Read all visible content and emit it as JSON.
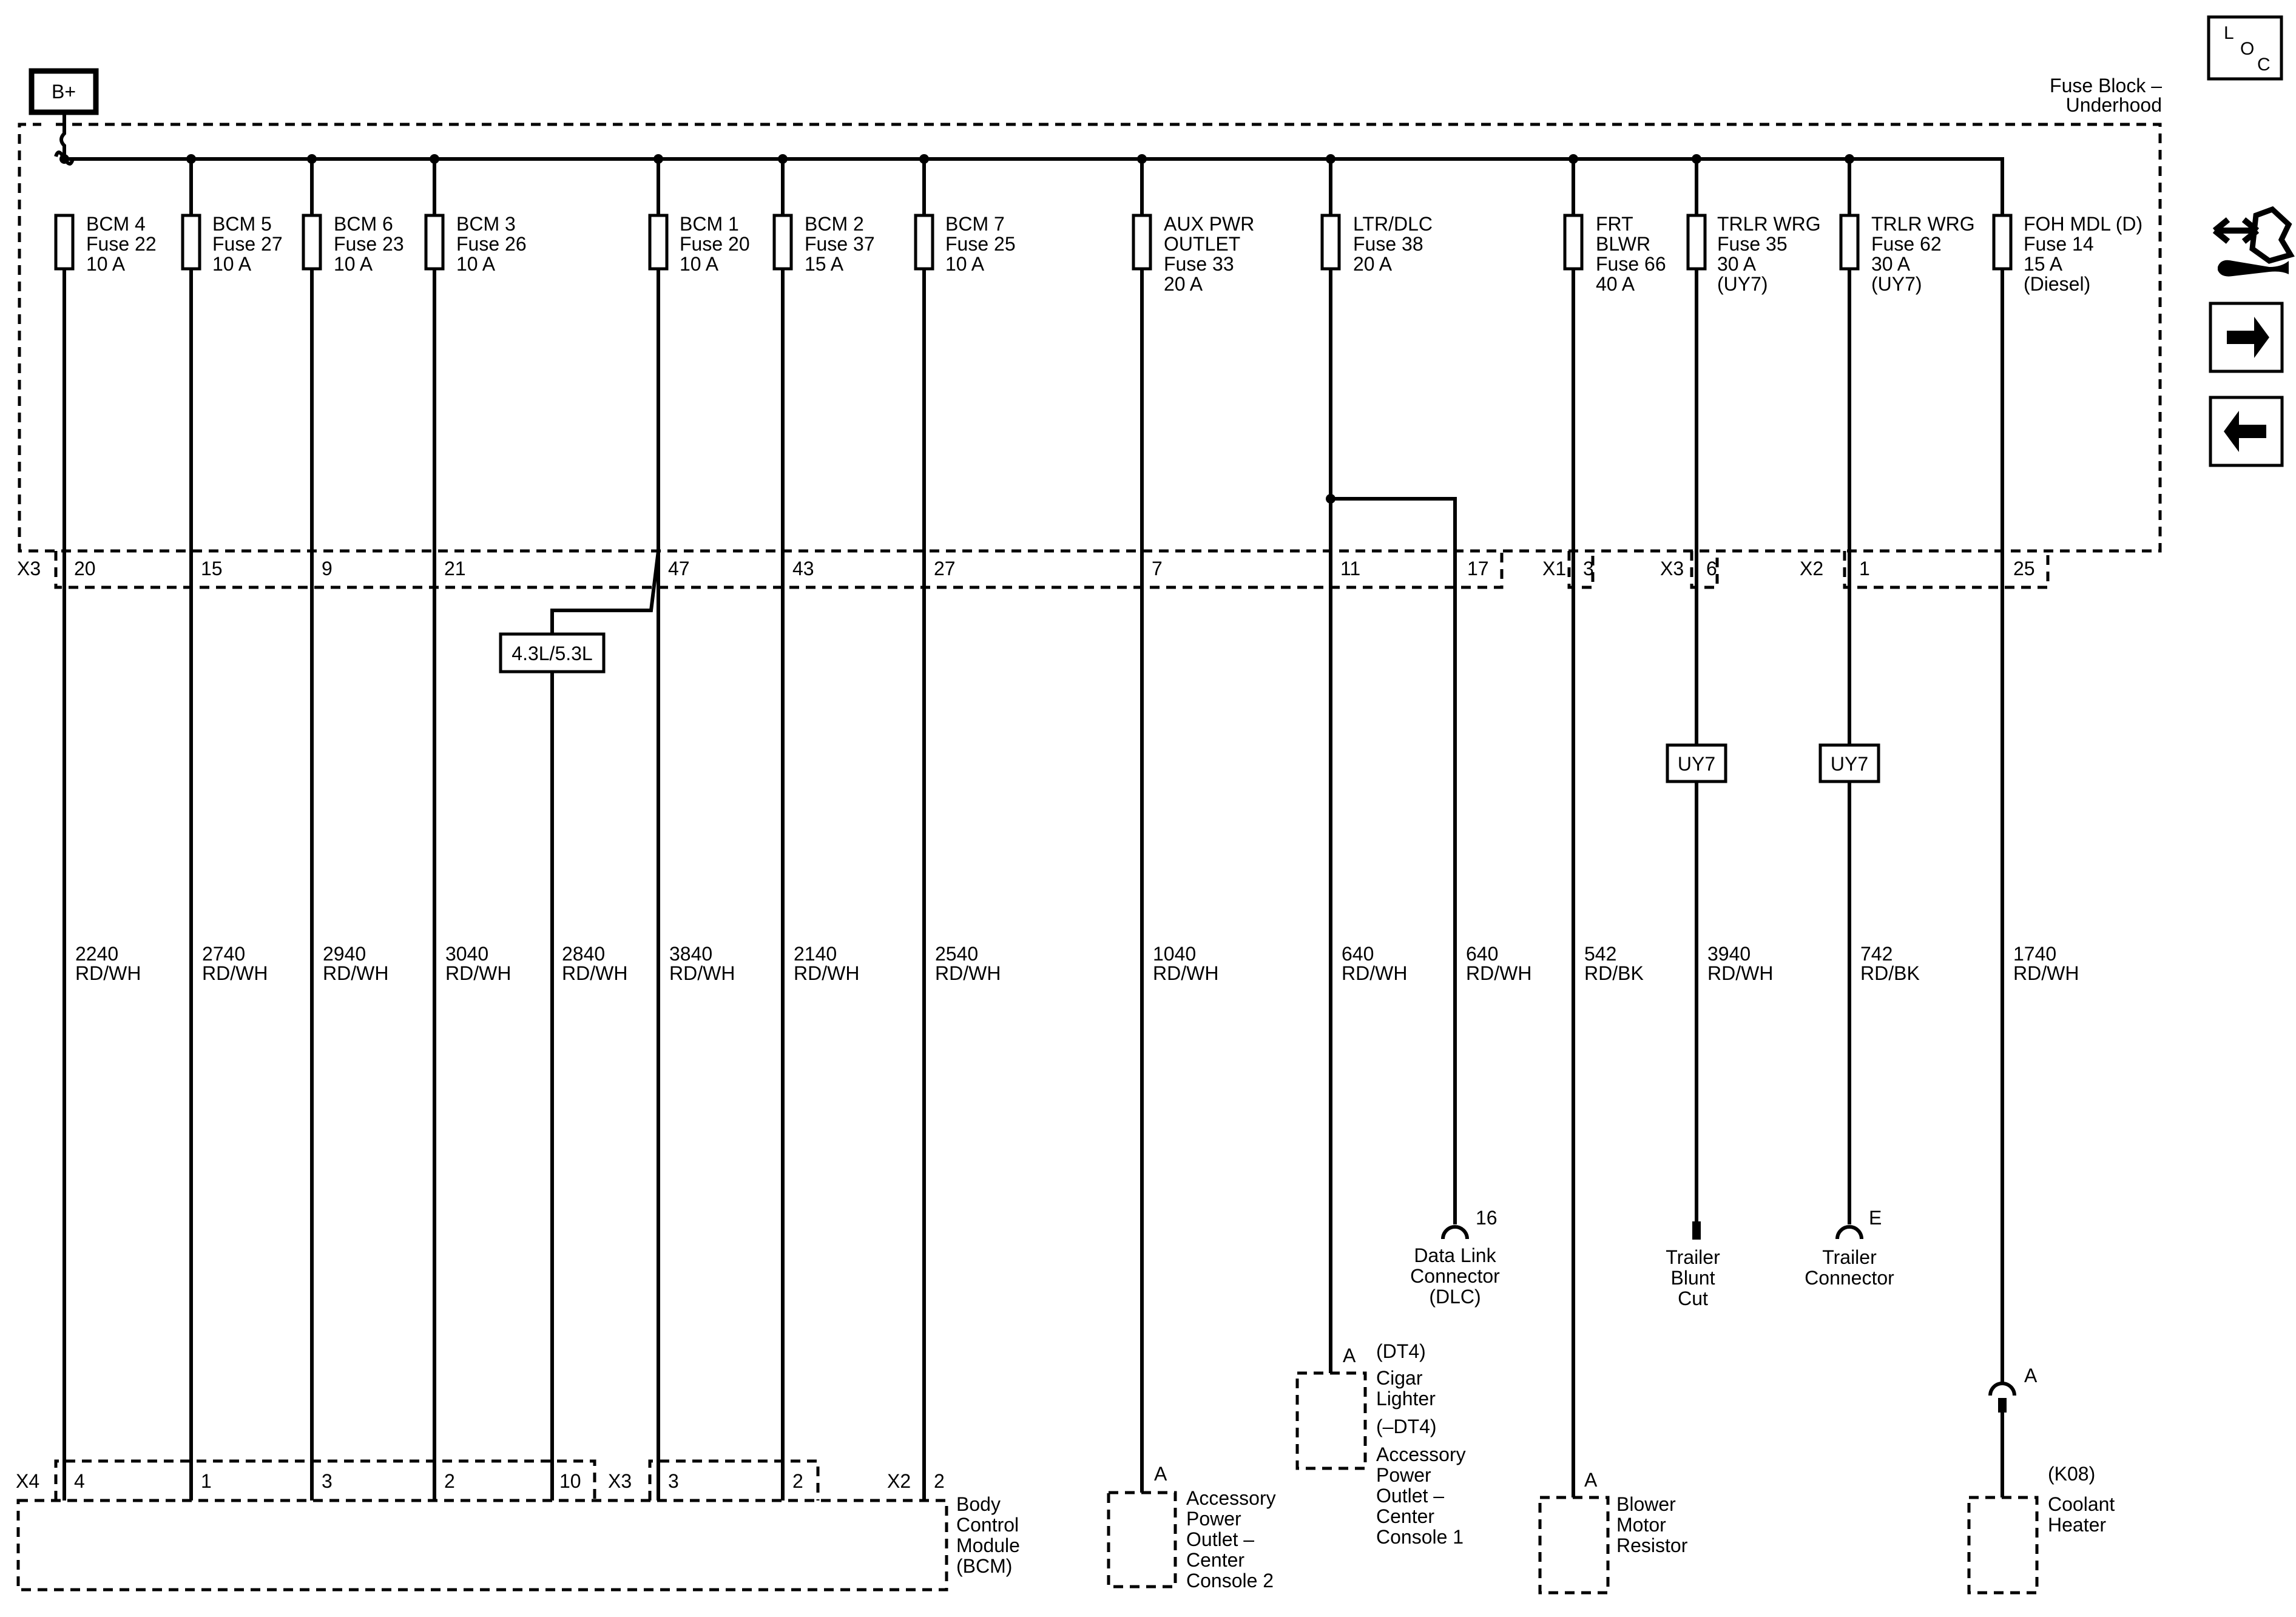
{
  "source_label": "B+",
  "fuse_block_label": [
    "Fuse Block –",
    "Underhood"
  ],
  "nav": {
    "loc_letters": [
      "L",
      "O",
      "C"
    ]
  },
  "fuses": [
    {
      "lines": [
        "BCM 4",
        "Fuse 22",
        "10 A"
      ]
    },
    {
      "lines": [
        "BCM 5",
        "Fuse 27",
        "10 A"
      ]
    },
    {
      "lines": [
        "BCM 6",
        "Fuse 23",
        "10 A"
      ]
    },
    {
      "lines": [
        "BCM 3",
        "Fuse 26",
        "10 A"
      ]
    },
    {
      "lines": [
        "BCM 1",
        "Fuse 20",
        "10 A"
      ]
    },
    {
      "lines": [
        "BCM 2",
        "Fuse 37",
        "15 A"
      ]
    },
    {
      "lines": [
        "BCM 7",
        "Fuse 25",
        "10 A"
      ]
    },
    {
      "lines": [
        "AUX PWR",
        "OUTLET",
        "Fuse 33",
        "20 A"
      ]
    },
    {
      "lines": [
        "LTR/DLC",
        "Fuse 38",
        "20 A"
      ]
    },
    {
      "lines": [
        "FRT",
        "BLWR",
        "Fuse 66",
        "40 A"
      ]
    },
    {
      "lines": [
        "TRLR WRG",
        "Fuse 35",
        "30 A",
        "(UY7)"
      ]
    },
    {
      "lines": [
        "TRLR WRG",
        "Fuse 62",
        "30 A",
        "(UY7)"
      ]
    },
    {
      "lines": [
        "FOH MDL (D)",
        "Fuse 14",
        "15 A",
        "(Diesel)"
      ]
    }
  ],
  "top_connectors": [
    "X3",
    "X1",
    "X3",
    "X2"
  ],
  "top_pins": [
    "20",
    "15",
    "9",
    "21",
    "47",
    "43",
    "27",
    "7",
    "11",
    "17",
    "3",
    "6",
    "1",
    "25"
  ],
  "option_labels": [
    "4.3L/5.3L",
    "UY7",
    "UY7"
  ],
  "wires": [
    {
      "circuit": "2240",
      "color": "RD/WH"
    },
    {
      "circuit": "2740",
      "color": "RD/WH"
    },
    {
      "circuit": "2940",
      "color": "RD/WH"
    },
    {
      "circuit": "3040",
      "color": "RD/WH"
    },
    {
      "circuit": "2840",
      "color": "RD/WH"
    },
    {
      "circuit": "3840",
      "color": "RD/WH"
    },
    {
      "circuit": "2140",
      "color": "RD/WH"
    },
    {
      "circuit": "2540",
      "color": "RD/WH"
    },
    {
      "circuit": "1040",
      "color": "RD/WH"
    },
    {
      "circuit": "640",
      "color": "RD/WH"
    },
    {
      "circuit": "640",
      "color": "RD/WH"
    },
    {
      "circuit": "542",
      "color": "RD/BK"
    },
    {
      "circuit": "3940",
      "color": "RD/WH"
    },
    {
      "circuit": "742",
      "color": "RD/BK"
    },
    {
      "circuit": "1740",
      "color": "RD/WH"
    }
  ],
  "bcm_connectors": [
    "X4",
    "X3",
    "X2"
  ],
  "bcm_pins": [
    "4",
    "1",
    "3",
    "2",
    "10",
    "3",
    "2",
    "2"
  ],
  "components": {
    "dlc": {
      "pin": "16",
      "lines": [
        "Data Link",
        "Connector",
        "(DLC)"
      ]
    },
    "trailer_blunt": {
      "lines": [
        "Trailer",
        "Blunt",
        "Cut"
      ]
    },
    "trailer_connector": {
      "pin": "E",
      "lines": [
        "Trailer",
        "Connector"
      ]
    },
    "cigar": {
      "pin": "A",
      "lines": [
        "(DT4)",
        "Cigar",
        "Lighter",
        "(–DT4)",
        "Accessory",
        "Power",
        "Outlet –",
        "Center",
        "Console 1"
      ]
    },
    "outlet2": {
      "pin": "A",
      "lines": [
        "Accessory",
        "Power",
        "Outlet –",
        "Center",
        "Console 2"
      ]
    },
    "blower": {
      "pin": "A",
      "lines": [
        "Blower",
        "Motor",
        "Resistor"
      ]
    },
    "coolant": {
      "pin": "A",
      "lines": [
        "(K08)",
        "Coolant",
        "Heater"
      ]
    },
    "bcm": {
      "lines": [
        "Body",
        "Control",
        "Module",
        "(BCM)"
      ]
    }
  }
}
